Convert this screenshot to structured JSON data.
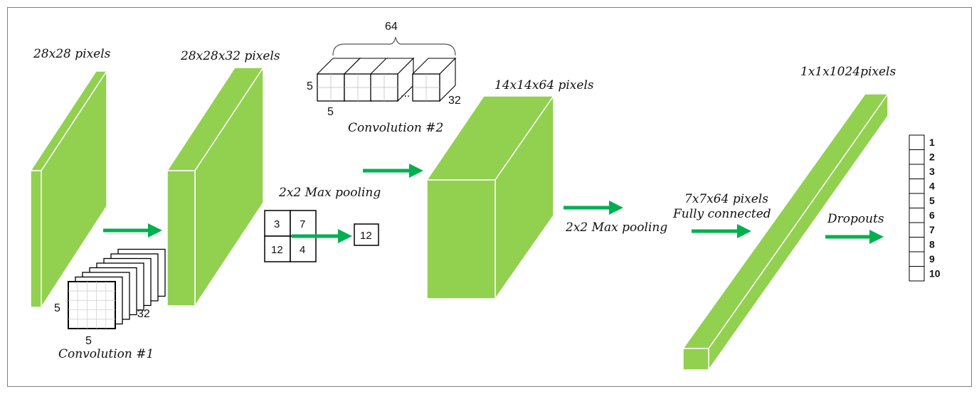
{
  "colors": {
    "block_front": "#92d050",
    "block_side": "#92d050",
    "block_edge": "#ffffff",
    "arrow": "#00b050",
    "frame": "#7f7f7f",
    "grid_line": "#bfbfbf"
  },
  "layers": {
    "input": {
      "label": "28x28 pixels"
    },
    "conv1_out": {
      "label": "28x28x32 pixels"
    },
    "conv2_out": {
      "label": "14x14x64 pixels"
    },
    "pool2_out": {
      "label": "7x7x64 pixels",
      "sublabel": "Fully connected"
    },
    "fc": {
      "label": "1x1x1024pixels"
    }
  },
  "conv1": {
    "title": "Convolution #1",
    "kernel_height": "5",
    "kernel_width": "5",
    "filters": "32"
  },
  "conv2": {
    "title": "Convolution #2",
    "top_count": "64",
    "kernel_height": "5",
    "kernel_width": "5",
    "depth": "32",
    "ellipsis": "..."
  },
  "pool1": {
    "title": "2x2 Max pooling",
    "grid": [
      "3",
      "7",
      "12",
      "4"
    ],
    "result": "12"
  },
  "pool2": {
    "title": "2x2 Max pooling"
  },
  "dropout": {
    "title": "Dropouts"
  },
  "outputs": [
    "1",
    "2",
    "3",
    "4",
    "5",
    "6",
    "7",
    "8",
    "9",
    "10"
  ],
  "icons": [
    "right-arrow-icon"
  ]
}
